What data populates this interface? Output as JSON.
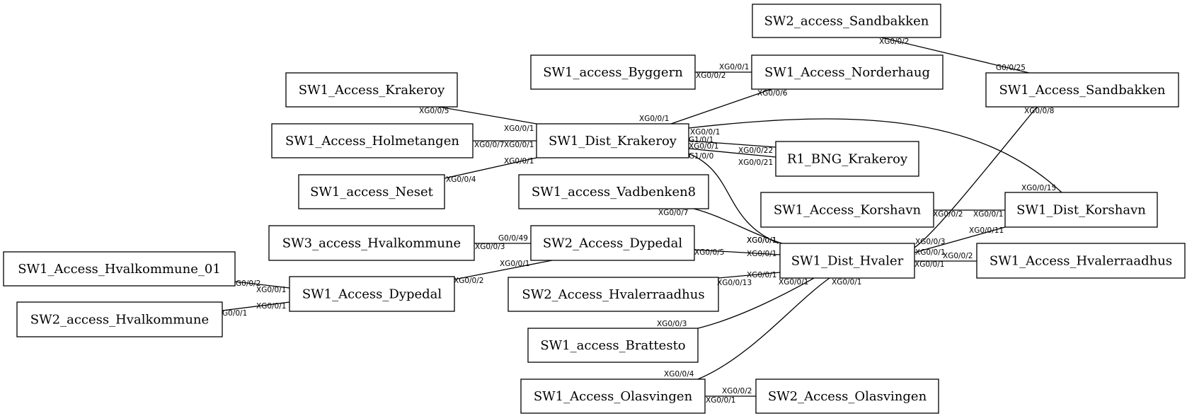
{
  "nodes": [
    {
      "id": "sw2_access_sandbakken",
      "label": "SW2_access_Sandbakken"
    },
    {
      "id": "sw1_access_byggern",
      "label": "SW1_access_Byggern"
    },
    {
      "id": "sw1_access_norderhaug",
      "label": "SW1_Access_Norderhaug"
    },
    {
      "id": "sw1_access_krakeroy",
      "label": "SW1_Access_Krakeroy"
    },
    {
      "id": "sw1_access_sandbakken",
      "label": "SW1_Access_Sandbakken"
    },
    {
      "id": "sw1_access_holmetangen",
      "label": "SW1_Access_Holmetangen"
    },
    {
      "id": "sw1_dist_krakeroy",
      "label": "SW1_Dist_Krakeroy"
    },
    {
      "id": "r1_bng_krakeroy",
      "label": "R1_BNG_Krakeroy"
    },
    {
      "id": "sw1_access_neset",
      "label": "SW1_access_Neset"
    },
    {
      "id": "sw1_access_vadbenken8",
      "label": "SW1_access_Vadbenken8"
    },
    {
      "id": "sw1_access_korshavn",
      "label": "SW1_Access_Korshavn"
    },
    {
      "id": "sw1_dist_korshavn",
      "label": "SW1_Dist_Korshavn"
    },
    {
      "id": "sw3_access_hvalkommune",
      "label": "SW3_access_Hvalkommune"
    },
    {
      "id": "sw2_access_dypedal",
      "label": "SW2_Access_Dypedal"
    },
    {
      "id": "sw1_dist_hvaler",
      "label": "SW1_Dist_Hvaler"
    },
    {
      "id": "sw1_access_hvalerraadhus",
      "label": "SW1_Access_Hvalerraadhus"
    },
    {
      "id": "sw1_access_hvalkommune_01",
      "label": "SW1_Access_Hvalkommune_01"
    },
    {
      "id": "sw1_access_dypedal",
      "label": "SW1_Access_Dypedal"
    },
    {
      "id": "sw2_access_hvalerraadhus",
      "label": "SW2_Access_Hvalerraadhus"
    },
    {
      "id": "sw2_access_hvalkommune",
      "label": "SW2_access_Hvalkommune"
    },
    {
      "id": "sw1_access_brattesto",
      "label": "SW1_access_Brattesto"
    },
    {
      "id": "sw1_access_olasvingen",
      "label": "SW1_Access_Olasvingen"
    },
    {
      "id": "sw2_access_olasvingen",
      "label": "SW2_Access_Olasvingen"
    }
  ],
  "edges": [
    {
      "from": "sw2_access_sandbakken",
      "to": "sw1_access_sandbakken",
      "from_port": "XG0/0/2",
      "to_port": "G0/0/25"
    },
    {
      "from": "sw1_access_byggern",
      "to": "sw1_access_norderhaug",
      "from_port": "XG0/0/2",
      "to_port": "XG0/0/1"
    },
    {
      "from": "sw1_dist_krakeroy",
      "to": "sw1_access_norderhaug",
      "from_port": "XG0/0/1",
      "to_port": "XG0/0/6"
    },
    {
      "from": "sw1_access_krakeroy",
      "to": "sw1_dist_krakeroy",
      "from_port": "XG0/0/5",
      "to_port": "XG0/0/1"
    },
    {
      "from": "sw1_access_holmetangen",
      "to": "sw1_dist_krakeroy",
      "from_port": "XG0/0/7",
      "to_port": "XG0/0/1"
    },
    {
      "from": "sw1_access_neset",
      "to": "sw1_dist_krakeroy",
      "from_port": "XG0/0/4",
      "to_port": "XG0/0/1"
    },
    {
      "from": "sw1_dist_krakeroy",
      "to": "sw1_dist_korshavn",
      "from_port": "XG0/0/1",
      "to_port": "XG0/0/15"
    },
    {
      "from": "sw1_dist_krakeroy",
      "to": "r1_bng_krakeroy",
      "from_port": "G1/0/1",
      "to_port": "XG0/0/22"
    },
    {
      "from": "sw1_dist_krakeroy",
      "to": "r1_bng_krakeroy",
      "from_port": "XG0/0/1",
      "to_port": "XG0/0/21"
    },
    {
      "from": "sw1_dist_krakeroy",
      "to": "sw1_dist_hvaler",
      "from_port": "G1/0/0",
      "to_port": "XG0/0/1"
    },
    {
      "from": "sw1_access_vadbenken8",
      "to": "sw1_dist_hvaler",
      "from_port": "XG0/0/7",
      "to_port": "XG0/0/1"
    },
    {
      "from": "sw1_access_korshavn",
      "to": "sw1_dist_korshavn",
      "from_port": "XG0/0/2",
      "to_port": "XG0/0/1"
    },
    {
      "from": "sw1_dist_hvaler",
      "to": "sw1_dist_korshavn",
      "from_port": "XG0/0/1",
      "to_port": "XG0/0/11"
    },
    {
      "from": "sw1_dist_hvaler",
      "to": "sw1_access_sandbakken",
      "from_port": "XG0/0/3",
      "to_port": "XG0/0/8"
    },
    {
      "from": "sw3_access_hvalkommune",
      "to": "sw2_access_dypedal",
      "from_port": "XG0/0/3",
      "to_port": "G0/0/49"
    },
    {
      "from": "sw2_access_dypedal",
      "to": "sw1_dist_hvaler",
      "from_port": "XG0/0/5",
      "to_port": "XG0/0/1"
    },
    {
      "from": "sw1_dist_hvaler",
      "to": "sw1_access_hvalerraadhus",
      "from_port": "XG0/0/1",
      "to_port": "XG0/0/2"
    },
    {
      "from": "sw1_access_hvalkommune_01",
      "to": "sw1_access_dypedal",
      "from_port": "G0/0/2",
      "to_port": "XG0/0/1"
    },
    {
      "from": "sw1_access_dypedal",
      "to": "sw2_access_dypedal",
      "from_port": "XG0/0/2",
      "to_port": "XG0/0/1"
    },
    {
      "from": "sw2_access_hvalerraadhus",
      "to": "sw1_dist_hvaler",
      "from_port": "XG0/0/13",
      "to_port": "XG0/0/1"
    },
    {
      "from": "sw2_access_hvalkommune",
      "to": "sw1_access_dypedal",
      "from_port": "G0/0/1",
      "to_port": "XG0/0/1"
    },
    {
      "from": "sw1_access_brattesto",
      "to": "sw1_dist_hvaler",
      "from_port": "XG0/0/3",
      "to_port": "XG0/0/1"
    },
    {
      "from": "sw1_access_olasvingen",
      "to": "sw1_dist_hvaler",
      "from_port": "XG0/0/4",
      "to_port": "XG0/0/1"
    },
    {
      "from": "sw1_access_olasvingen",
      "to": "sw2_access_olasvingen",
      "from_port": "XG0/0/1",
      "to_port": "XG0/0/2"
    }
  ]
}
